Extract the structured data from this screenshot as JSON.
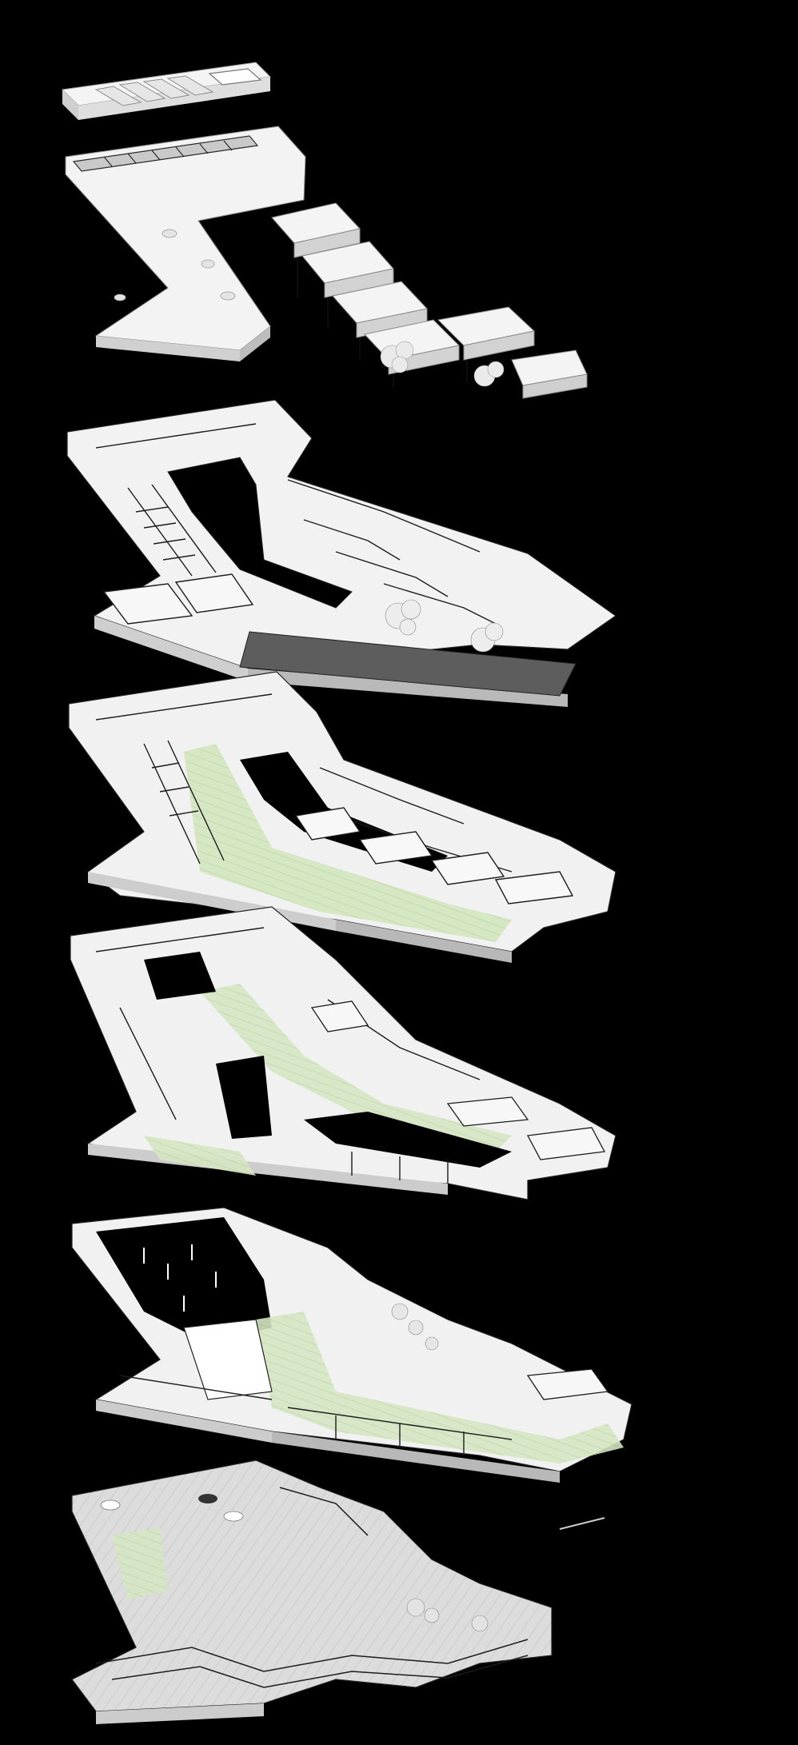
{
  "diagram": {
    "kind": "exploded-axonometric-floor-stack",
    "background": "#000000",
    "palette": {
      "slab": "#f2f2f2",
      "slab_edge": "#d6d6d6",
      "wall": "#111111",
      "green": "#cfe3b8",
      "void": "#000000",
      "paving": "#bdbdbd",
      "ramp": "#6a6a6a",
      "tree": "#e9e9e9"
    },
    "layers": [
      {
        "id": "roof-cap"
      },
      {
        "id": "roof"
      },
      {
        "id": "level-upper"
      },
      {
        "id": "level-3"
      },
      {
        "id": "level-2"
      },
      {
        "id": "level-1"
      },
      {
        "id": "level-ground"
      },
      {
        "id": "basement-parking"
      }
    ]
  }
}
